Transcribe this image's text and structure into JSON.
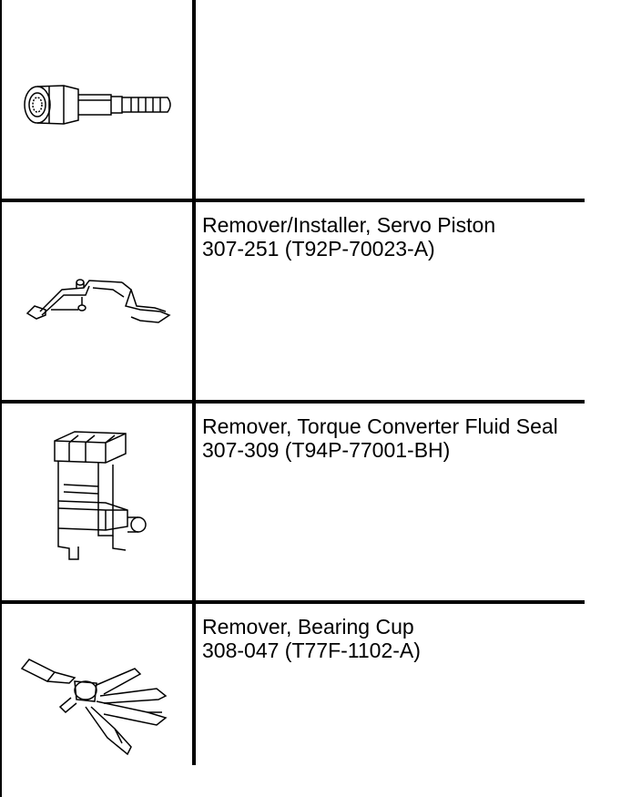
{
  "tools": [
    {
      "icon": "fitting-adapter-icon",
      "name": "",
      "number": ""
    },
    {
      "icon": "servo-piston-tool-icon",
      "name": "Remover/Installer, Servo Piston",
      "number": "307-251 (T92P-70023-A)"
    },
    {
      "icon": "seal-remover-tool-icon",
      "name": "Remover, Torque Converter Fluid Seal",
      "number": "307-309 (T94P-77001-BH)"
    },
    {
      "icon": "bearing-cup-remover-icon",
      "name": "Remover, Bearing Cup",
      "number": "308-047 (T77F-1102-A)"
    }
  ]
}
